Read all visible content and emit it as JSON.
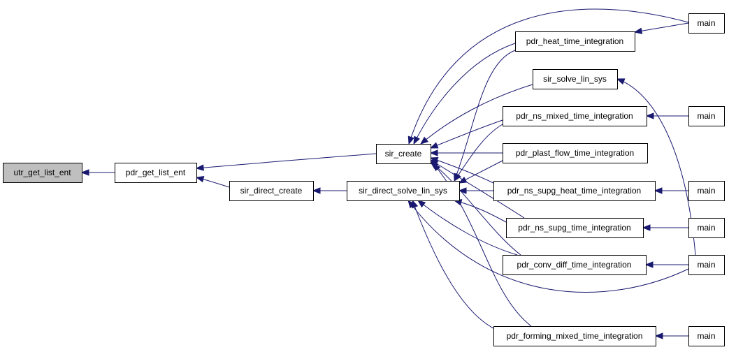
{
  "colors": {
    "edge": "#191970",
    "focus_fill": "#bfbfbf",
    "node_fill": "#ffffff",
    "node_border": "#000000"
  },
  "nodes": [
    {
      "id": "utr_get_list_ent",
      "label": "utr_get_list_ent",
      "focus": true
    },
    {
      "id": "pdr_get_list_ent",
      "label": "pdr_get_list_ent"
    },
    {
      "id": "sir_create",
      "label": "sir_create"
    },
    {
      "id": "sir_direct_create",
      "label": "sir_direct_create"
    },
    {
      "id": "sir_direct_solve_lin_sys",
      "label": "sir_direct_solve_lin_sys"
    },
    {
      "id": "pdr_heat_time_integration",
      "label": "pdr_heat_time_integration"
    },
    {
      "id": "sir_solve_lin_sys",
      "label": "sir_solve_lin_sys"
    },
    {
      "id": "pdr_ns_mixed_time_integration",
      "label": "pdr_ns_mixed_time_integration"
    },
    {
      "id": "pdr_plast_flow_time_integration",
      "label": "pdr_plast_flow_time_integration"
    },
    {
      "id": "pdr_ns_supg_heat_time_integration",
      "label": "pdr_ns_supg_heat_time_integration"
    },
    {
      "id": "pdr_ns_supg_time_integration",
      "label": "pdr_ns_supg_time_integration"
    },
    {
      "id": "pdr_conv_diff_time_integration",
      "label": "pdr_conv_diff_time_integration"
    },
    {
      "id": "pdr_forming_mixed_time_integration",
      "label": "pdr_forming_mixed_time_integration"
    },
    {
      "id": "main_1",
      "label": "main"
    },
    {
      "id": "main_2",
      "label": "main"
    },
    {
      "id": "main_3",
      "label": "main"
    },
    {
      "id": "main_4",
      "label": "main"
    },
    {
      "id": "main_5",
      "label": "main"
    },
    {
      "id": "main_6",
      "label": "main"
    }
  ],
  "edges": [
    {
      "from": "pdr_get_list_ent",
      "to": "utr_get_list_ent"
    },
    {
      "from": "sir_create",
      "to": "pdr_get_list_ent"
    },
    {
      "from": "sir_direct_create",
      "to": "pdr_get_list_ent"
    },
    {
      "from": "sir_direct_solve_lin_sys",
      "to": "sir_direct_create"
    },
    {
      "from": "main_1",
      "to": "sir_create"
    },
    {
      "from": "pdr_heat_time_integration",
      "to": "sir_create"
    },
    {
      "from": "sir_solve_lin_sys",
      "to": "sir_create"
    },
    {
      "from": "pdr_ns_mixed_time_integration",
      "to": "sir_create"
    },
    {
      "from": "pdr_plast_flow_time_integration",
      "to": "sir_create"
    },
    {
      "from": "pdr_ns_supg_heat_time_integration",
      "to": "sir_create"
    },
    {
      "from": "pdr_ns_supg_time_integration",
      "to": "sir_create"
    },
    {
      "from": "pdr_conv_diff_time_integration",
      "to": "sir_create"
    },
    {
      "from": "pdr_forming_mixed_time_integration",
      "to": "sir_create"
    },
    {
      "from": "pdr_heat_time_integration",
      "to": "sir_direct_solve_lin_sys"
    },
    {
      "from": "pdr_ns_mixed_time_integration",
      "to": "sir_direct_solve_lin_sys"
    },
    {
      "from": "pdr_plast_flow_time_integration",
      "to": "sir_direct_solve_lin_sys"
    },
    {
      "from": "pdr_ns_supg_heat_time_integration",
      "to": "sir_direct_solve_lin_sys"
    },
    {
      "from": "pdr_ns_supg_time_integration",
      "to": "sir_direct_solve_lin_sys"
    },
    {
      "from": "pdr_conv_diff_time_integration",
      "to": "sir_direct_solve_lin_sys"
    },
    {
      "from": "pdr_forming_mixed_time_integration",
      "to": "sir_direct_solve_lin_sys"
    },
    {
      "from": "main_5",
      "to": "sir_direct_solve_lin_sys"
    },
    {
      "from": "main_1",
      "to": "pdr_heat_time_integration"
    },
    {
      "from": "main_5",
      "to": "sir_solve_lin_sys"
    },
    {
      "from": "main_2",
      "to": "pdr_ns_mixed_time_integration"
    },
    {
      "from": "main_3",
      "to": "pdr_ns_supg_heat_time_integration"
    },
    {
      "from": "main_4",
      "to": "pdr_ns_supg_time_integration"
    },
    {
      "from": "main_5",
      "to": "pdr_conv_diff_time_integration"
    },
    {
      "from": "main_6",
      "to": "pdr_forming_mixed_time_integration"
    }
  ]
}
